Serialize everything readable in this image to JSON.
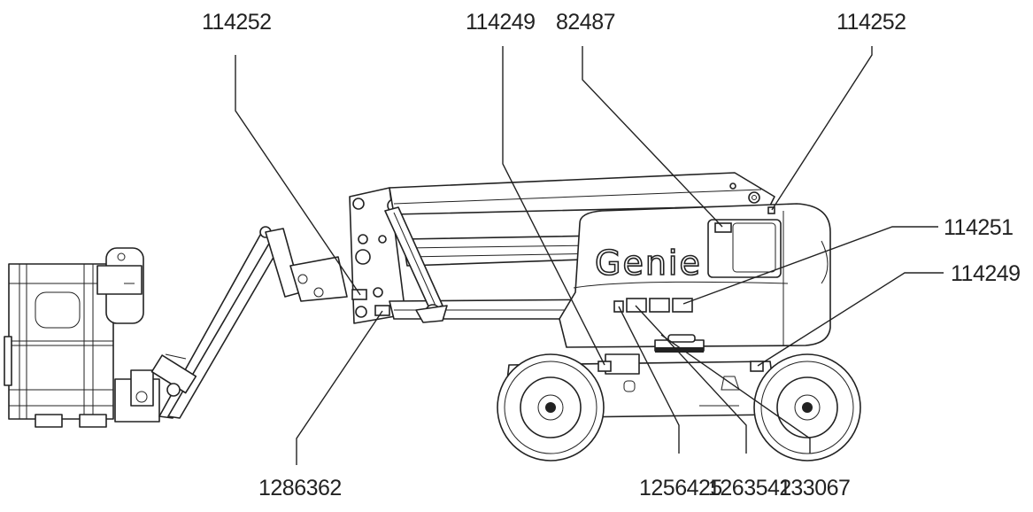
{
  "labels": {
    "top_114252_left": "114252",
    "top_114249": "114249",
    "top_82487": "82487",
    "top_114252_right": "114252",
    "right_114251": "114251",
    "right_114249": "114249",
    "bottom_1286362": "1286362",
    "bottom_1256425": "1256425",
    "bottom_1263542": "1263542",
    "bottom_133067": "133067"
  },
  "logo": {
    "brand": "Genie"
  },
  "colors": {
    "line": "#222222",
    "background": "#ffffff"
  }
}
